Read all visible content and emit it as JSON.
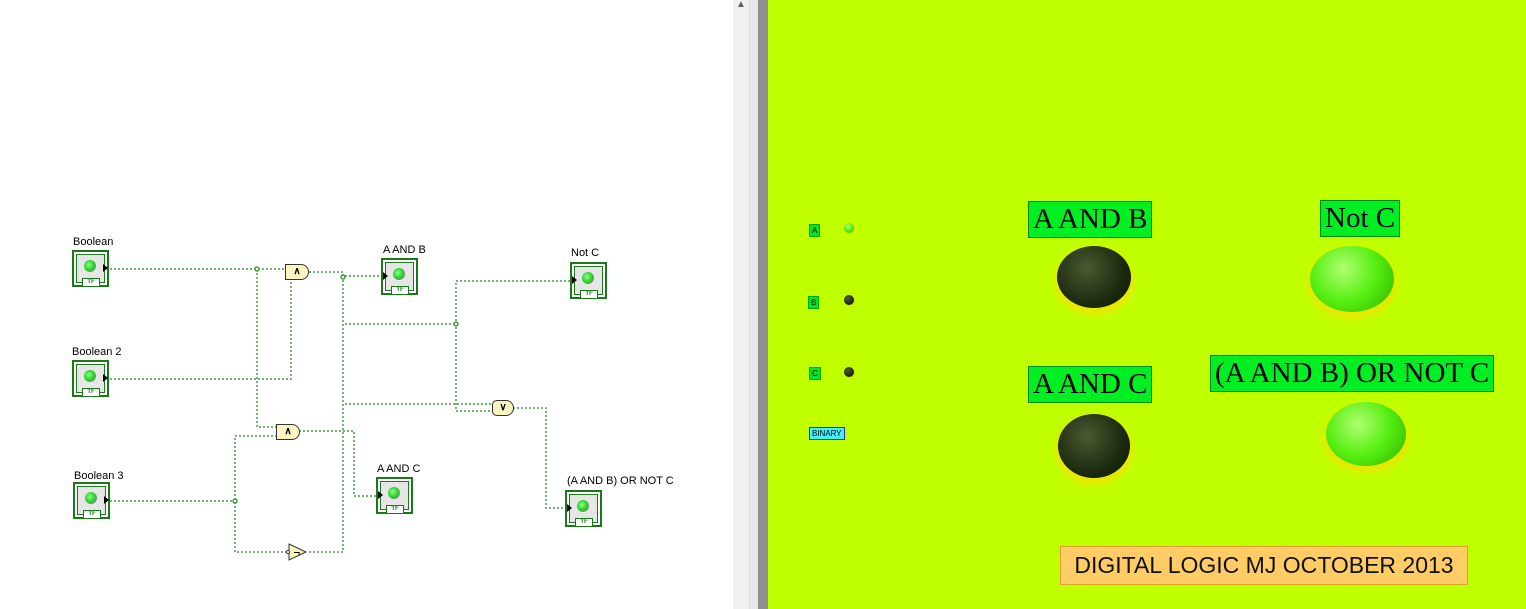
{
  "block_diagram": {
    "controls": [
      {
        "label": "Boolean"
      },
      {
        "label": "Boolean 2"
      },
      {
        "label": "Boolean 3"
      }
    ],
    "indicators": [
      {
        "label": "A AND B"
      },
      {
        "label": "Not C"
      },
      {
        "label": "A AND C"
      },
      {
        "label": "(A AND B) OR NOT C"
      }
    ],
    "tf_label": "TF",
    "gates": {
      "and_symbol": "∧",
      "or_symbol": "∨",
      "not_symbol": "¬"
    }
  },
  "front_panel": {
    "background": "#bfff00",
    "small_leds": [
      {
        "label": "A",
        "state": true
      },
      {
        "label": "B",
        "state": false
      },
      {
        "label": "C",
        "state": false
      }
    ],
    "binary_label": "BINARY",
    "outputs": [
      {
        "label": "A AND B",
        "state": false
      },
      {
        "label": "Not C",
        "state": true
      },
      {
        "label": "A AND C",
        "state": false
      },
      {
        "label": "(A AND B) OR NOT C",
        "state": true
      }
    ],
    "title": "DIGITAL LOGIC MJ OCTOBER 2013"
  }
}
